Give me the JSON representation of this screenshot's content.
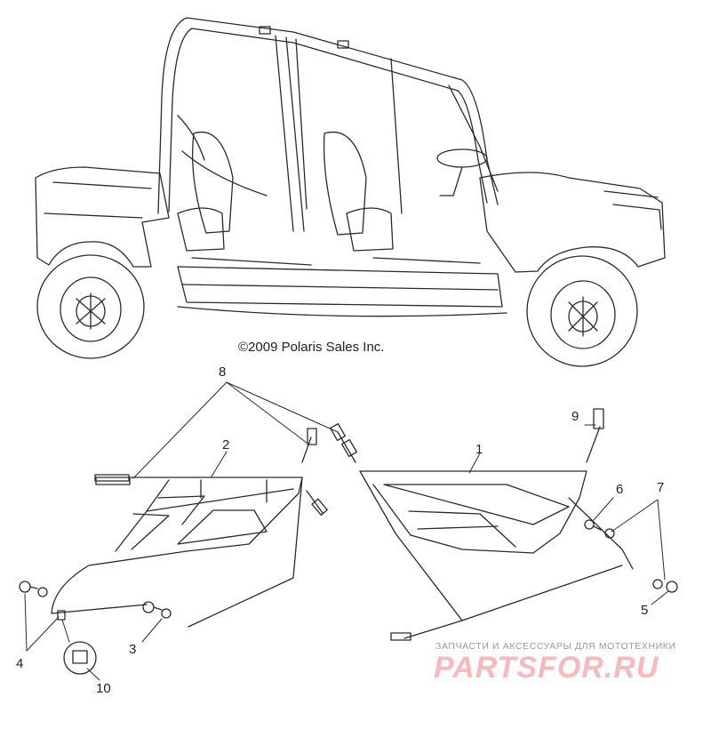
{
  "diagram": {
    "copyright": "©2009 Polaris Sales Inc.",
    "callouts": [
      {
        "id": "1",
        "label": "1"
      },
      {
        "id": "2",
        "label": "2"
      },
      {
        "id": "3",
        "label": "3"
      },
      {
        "id": "4",
        "label": "4"
      },
      {
        "id": "5",
        "label": "5"
      },
      {
        "id": "6",
        "label": "6"
      },
      {
        "id": "7",
        "label": "7"
      },
      {
        "id": "8",
        "label": "8"
      },
      {
        "id": "9",
        "label": "9"
      },
      {
        "id": "10",
        "label": "10"
      }
    ]
  },
  "watermark": {
    "tagline": "ЗАПЧАСТИ И АКСЕССУАРЫ ДЛЯ МОТОТЕХНИКИ",
    "brand": "PARTSFOR.RU",
    "brand_color": "#f7b9b9"
  }
}
